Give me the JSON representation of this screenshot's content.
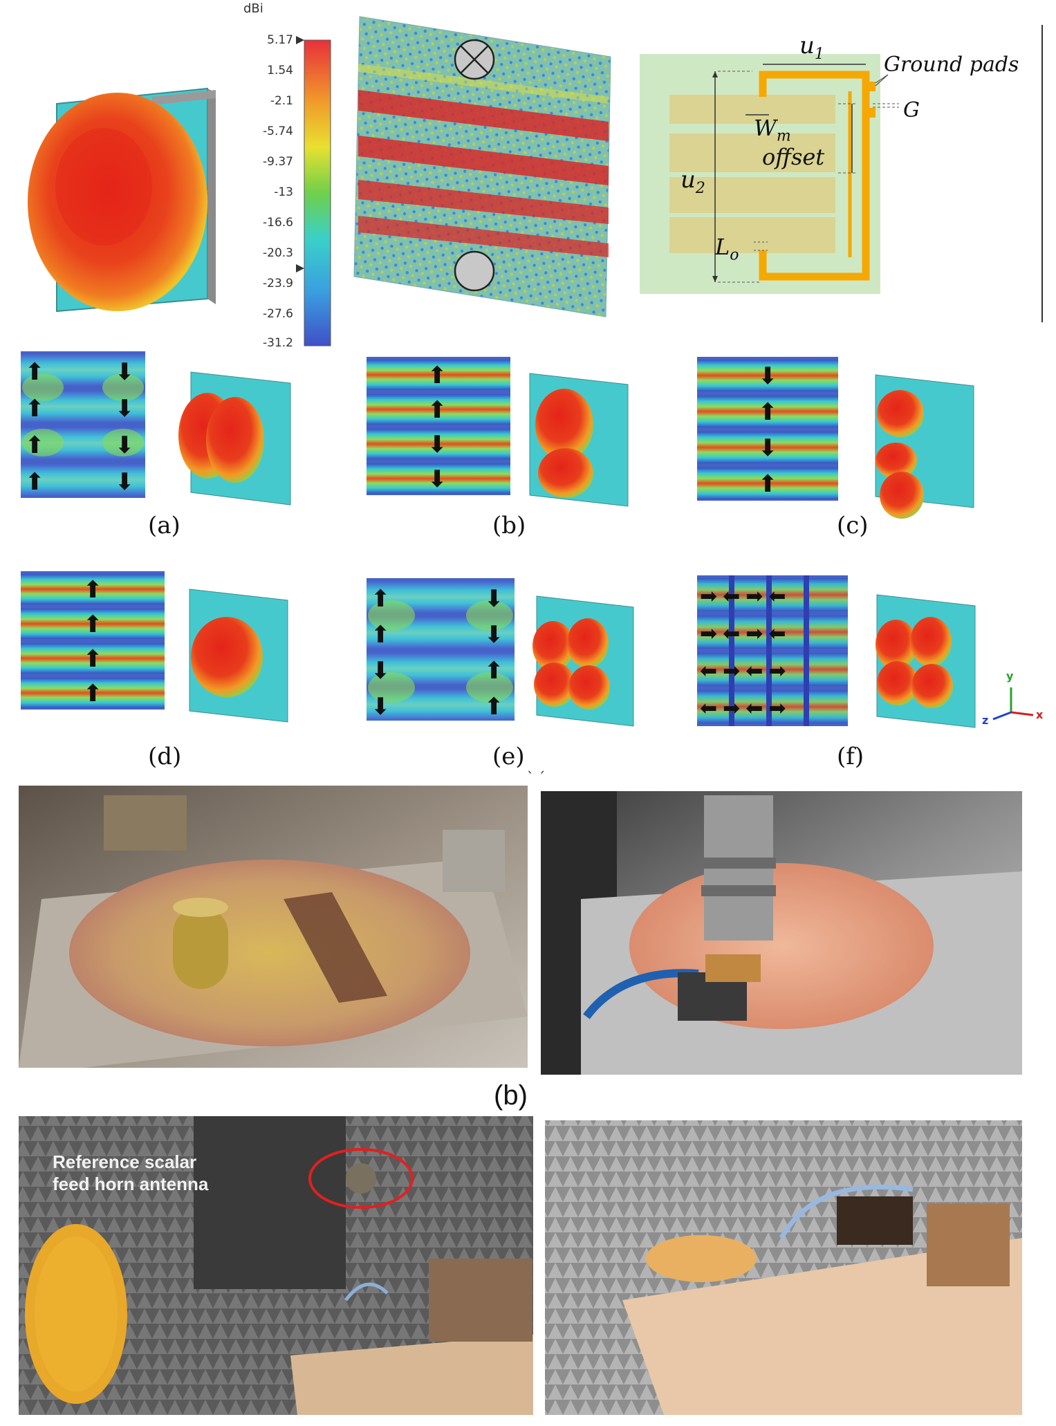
{
  "colorbar": {
    "unit": "dBi",
    "ticks": [
      "5.17",
      "1.54",
      "-2.1",
      "-5.74",
      "-9.37",
      "-13",
      "-16.6",
      "-20.3",
      "-23.9",
      "-27.6",
      "-31.2"
    ]
  },
  "schematic": {
    "u1": "u",
    "u1_sub": "1",
    "u2": "u",
    "u2_sub": "2",
    "ground_pads": "Ground pads",
    "g": "G",
    "wm": "W",
    "wm_sub": "m",
    "offset": "offset",
    "lo": "L",
    "lo_sub": "o"
  },
  "captions": {
    "a": "(a)",
    "b": "(b)",
    "c": "(c)",
    "d": "(d)",
    "e": "(e)",
    "f": "(f)",
    "stray": "` ´",
    "photo_b": "(b)"
  },
  "axes": {
    "y": "y",
    "z": "z",
    "x": "x"
  },
  "photo_label": {
    "line1": "Reference scalar",
    "line2": "feed horn antenna"
  },
  "colors": {
    "pattern_red": "#e02a1f",
    "panel_cyan": "#46c9cc",
    "ground_green": "#cfe8c4",
    "strip_gold": "#f5a800",
    "patch_khaki": "#dccf8a"
  }
}
